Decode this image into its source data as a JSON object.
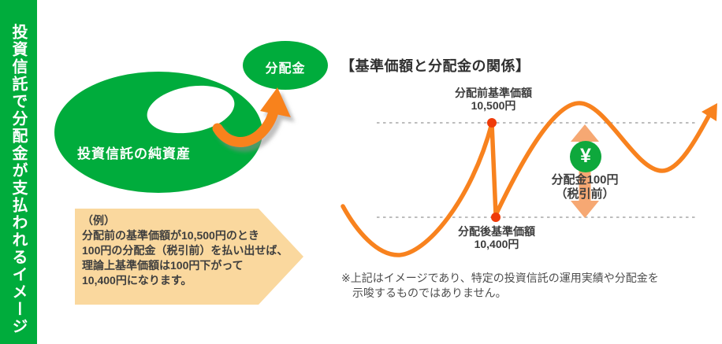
{
  "sidebar": {
    "title": "投資信託で分配金が支払われるイメージ"
  },
  "donut": {
    "label": "投資信託の純資産",
    "payout_label": "分配金"
  },
  "example_box": {
    "text": "（例）\n分配前の基準価額が10,500円のとき\n100円の分配金（税引前）を払い出せば、\n理論上基準価額は100円下がって\n10,400円になります。"
  },
  "chart": {
    "title": "【基準価額と分配金の関係】",
    "pre_distribution_label": "分配前基準価額\n10,500円",
    "post_distribution_label": "分配後基準価額\n10,400円",
    "distribution_label": "分配金100円\n（税引前）",
    "yen_symbol": "¥",
    "disclaimer": "※上記はイメージであり、特定の投資信託の運用実績や分配金を\n　示唆するものではありません。"
  },
  "chart_data": {
    "type": "line",
    "description": "schematic NAV wave showing a 100 yen drop at distribution",
    "pre_distribution_nav": 10500,
    "post_distribution_nav": 10400,
    "distribution_amount": 100,
    "guide_levels": [
      10500,
      10400
    ]
  },
  "colors": {
    "green": "#00AC3C",
    "coin_green": "#0EA83C",
    "curve_orange": "#F8821E",
    "dot_red_orange": "#EF3B09",
    "range_arrow_orange": "#F6A873",
    "callout_fill": "#FAD89E",
    "dashed_gray": "#BDBDBD"
  }
}
